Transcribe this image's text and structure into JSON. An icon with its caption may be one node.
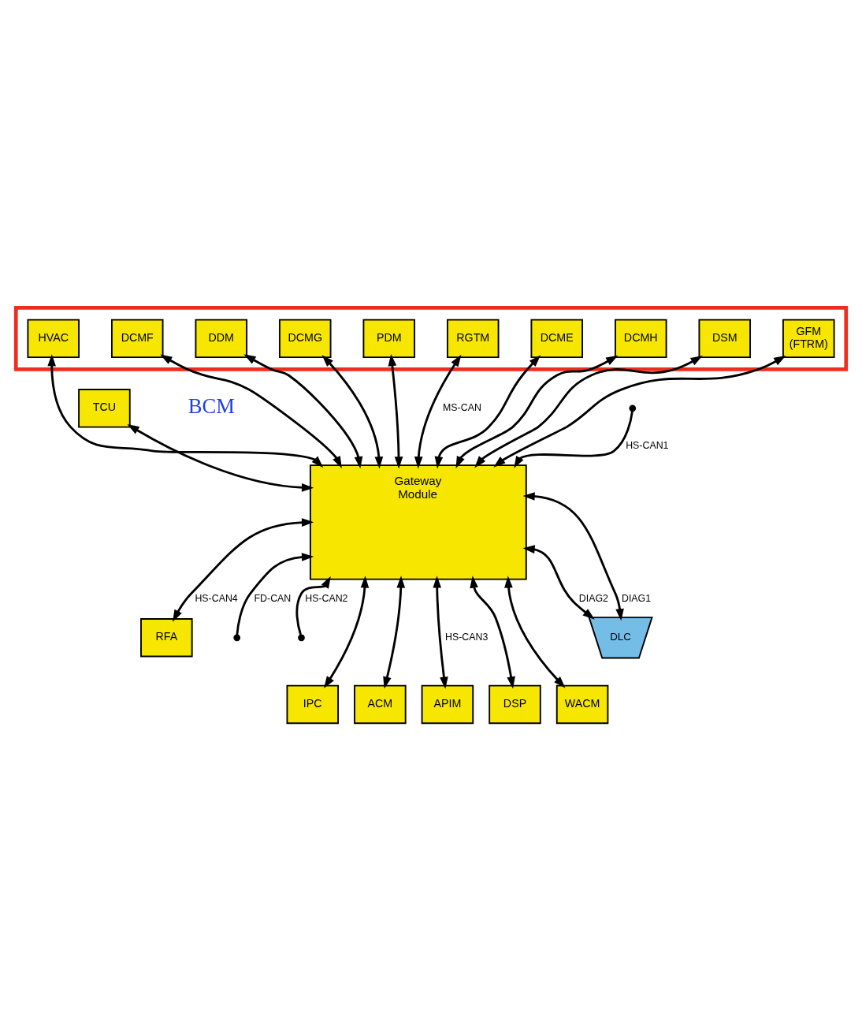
{
  "diagram": {
    "nodes": [
      {
        "text": [],
        "shape": "box"
      },
      {
        "text": [
          "HVAC"
        ],
        "in": 0
      },
      {
        "text": [
          "DDM"
        ],
        "in": 0
      },
      {
        "text": [
          "PDM"
        ],
        "in": 0
      },
      {
        "text": [
          "RGTM"
        ],
        "in": 0
      },
      {
        "text": [
          "DCME"
        ],
        "in": 0
      },
      {
        "text": [
          "DSM"
        ],
        "in": 0
      },
      {
        "text": [
          "DCMF"
        ],
        "in": 0
      },
      {
        "text": [
          "DCMG"
        ],
        "in": 0
      },
      {
        "text": [
          "DCMH"
        ],
        "in": 0
      },
      {
        "text": [
          "GFM (FTRM)"
        ],
        "in": 0
      },
      {
        "text": [
          "TCU"
        ]
      },
      {
        "text": [
          "Gateway Module"
        ]
      },
      {
        "text": [
          "RFA"
        ]
      },
      {
        "text": [
          "DLC"
        ]
      },
      {
        "text": [
          "IPC"
        ]
      },
      {
        "text": [
          "ACM"
        ]
      },
      {
        "text": [
          "APIM"
        ]
      },
      {
        "text": [
          "DSP"
        ]
      },
      {
        "text": [
          "WACM"
        ]
      }
    ],
    "edges": [
      {
        "from": 1,
        "to": 12,
        "arrow": "both"
      },
      {
        "from": 7,
        "to": 12,
        "arrow": "both"
      },
      {
        "from": 2,
        "to": 12,
        "arrow": "both"
      },
      {
        "from": 8,
        "to": 12,
        "arrow": "both"
      },
      {
        "from": 3,
        "to": 12,
        "arrow": "both"
      },
      {
        "from": 4,
        "to": 12,
        "arrow": "both",
        "label": "MS-CAN"
      },
      {
        "from": 5,
        "to": 12,
        "arrow": "both"
      },
      {
        "from": 9,
        "to": 12,
        "arrow": "both"
      },
      {
        "from": 6,
        "to": 12,
        "arrow": "both"
      },
      {
        "from": 10,
        "to": 12,
        "arrow": "both"
      },
      {
        "from": null,
        "to": 12,
        "arrow": "to",
        "label": "HS-CAN1"
      },
      {
        "from": 11,
        "to": 12,
        "arrow": "both"
      },
      {
        "from": 13,
        "to": 12,
        "arrow": "both",
        "label": "HS-CAN4"
      },
      {
        "from": 12,
        "to": 14,
        "arrow": "both",
        "label": "DIAG1"
      },
      {
        "from": 12,
        "to": 14,
        "arrow": "both",
        "label": "DIAG2"
      },
      {
        "from": null,
        "to": 12,
        "arrow": "to",
        "label": "FD-CAN"
      },
      {
        "from": null,
        "to": 12,
        "arrow": "to",
        "label": "HS-CAN2"
      },
      {
        "from": 12,
        "to": 15,
        "arrow": "both"
      },
      {
        "from": 12,
        "to": 16,
        "arrow": "both"
      },
      {
        "from": 12,
        "to": 17,
        "arrow": "both",
        "label": "HS-CAN3"
      },
      {
        "from": 12,
        "to": 18,
        "arrow": "both"
      },
      {
        "from": 12,
        "to": 19,
        "arrow": "both"
      }
    ],
    "labels": [
      "BCM"
    ]
  }
}
